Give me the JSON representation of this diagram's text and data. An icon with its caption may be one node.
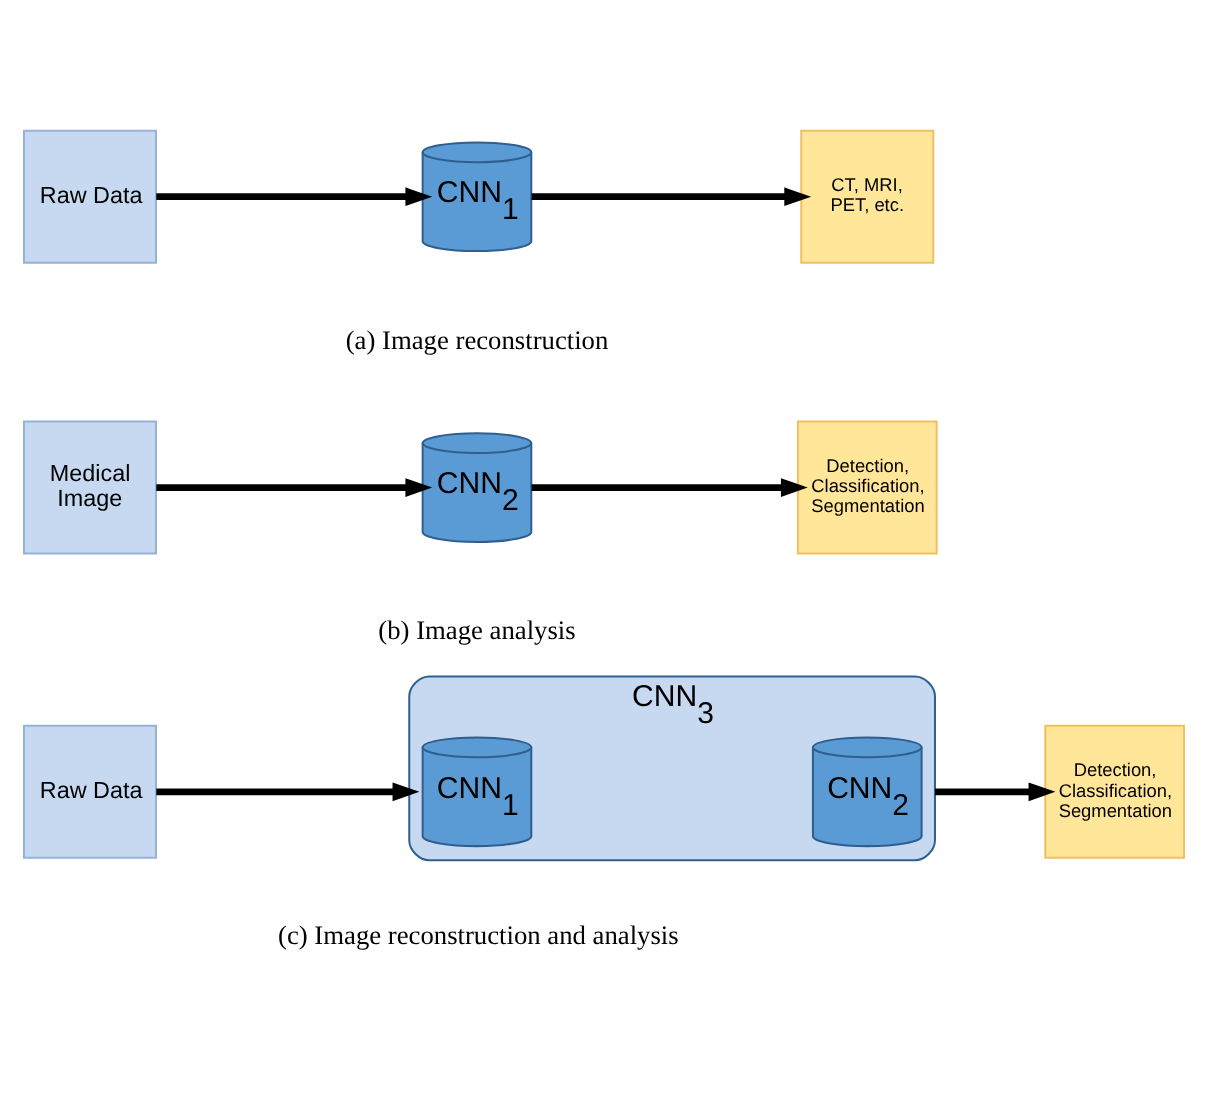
{
  "diagram": {
    "nodes": [
      {
        "text": [
          "Raw Data"
        ]
      },
      {
        "text": [
          "CNN$_{1}$"
        ]
      },
      {
        "text": [
          "CT, MRI, PET, etc."
        ]
      },
      {
        "text": [
          "Medical Image"
        ]
      },
      {
        "text": [
          "CNN$_{2}$"
        ]
      },
      {
        "text": [
          "Detection, Classification, Segmentation"
        ]
      },
      {
        "text": [
          "Raw Data"
        ]
      },
      {
        "text": [
          "CNN$_{3}$"
        ]
      },
      {
        "text": [
          "CNN$_{1}$"
        ],
        "in": 7
      },
      {
        "text": [
          "CNN$_{2}$"
        ],
        "in": 7
      },
      {
        "text": [
          "Detection, Classification, Segmentation"
        ]
      }
    ],
    "edges": [
      {
        "from": 0,
        "to": 1,
        "arrow": "to"
      },
      {
        "from": 1,
        "to": 2,
        "arrow": "to"
      },
      {
        "from": 3,
        "to": 4,
        "arrow": "to"
      },
      {
        "from": 4,
        "to": 5,
        "arrow": "to"
      },
      {
        "from": 6,
        "to": 7,
        "arrow": "to"
      },
      {
        "from": 7,
        "to": 10,
        "arrow": "to"
      }
    ],
    "labels": [
      "(a) Image reconstruction",
      "(b) Image analysis",
      "(c) Image reconstruction and analysis"
    ]
  }
}
